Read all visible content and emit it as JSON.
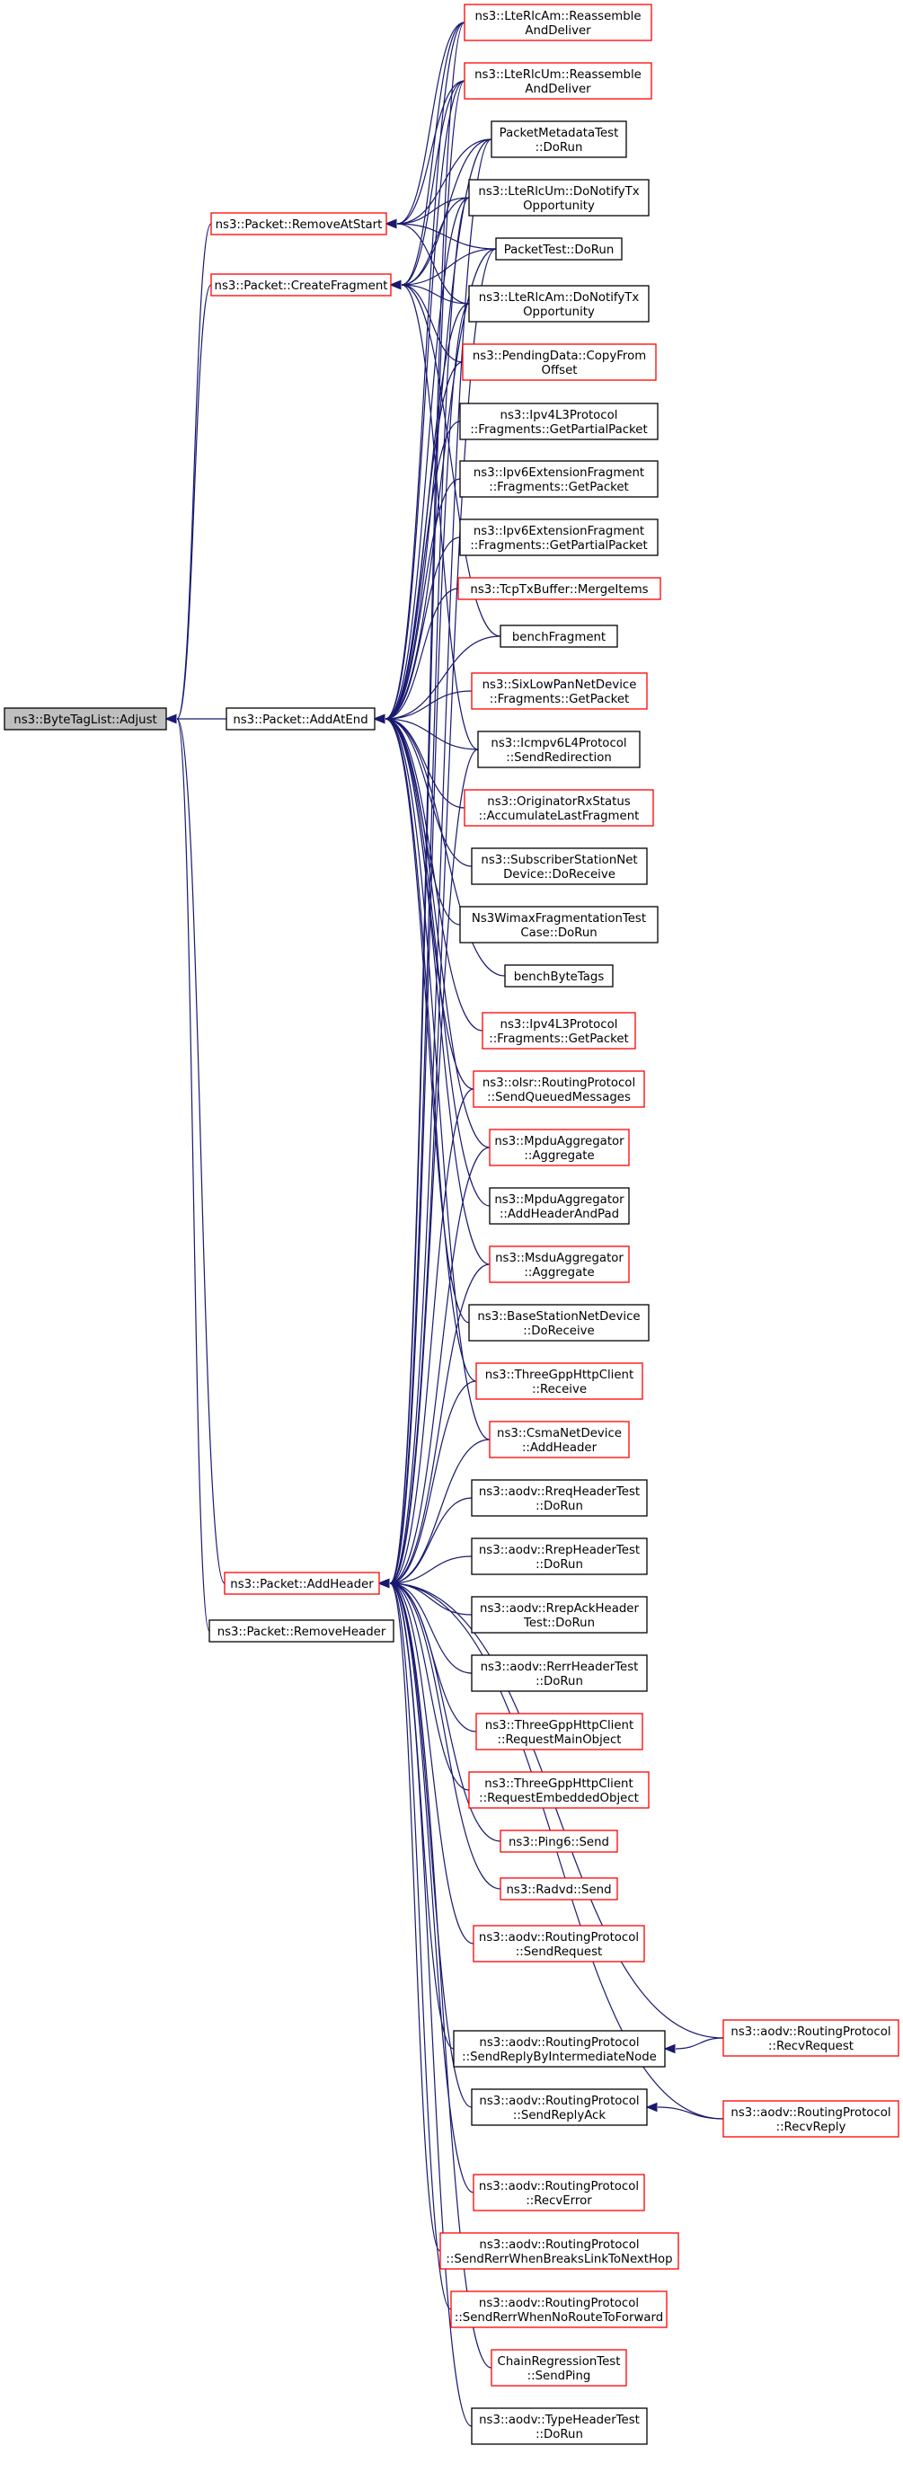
{
  "colors": {
    "edge": "#191970",
    "red_border": "#ff0000",
    "black_border": "#000000",
    "selected_fill": "#bfbfbf",
    "node_fill": "#ffffff"
  },
  "nodes": [
    {
      "id": "adjust",
      "lines": [
        "ns3::ByteTagList::Adjust"
      ],
      "style": "selected"
    },
    {
      "id": "removeAtStart",
      "lines": [
        "ns3::Packet::RemoveAtStart"
      ],
      "style": "red"
    },
    {
      "id": "createFragment",
      "lines": [
        "ns3::Packet::CreateFragment"
      ],
      "style": "red"
    },
    {
      "id": "addAtEnd",
      "lines": [
        "ns3::Packet::AddAtEnd"
      ],
      "style": "black"
    },
    {
      "id": "addHeader",
      "lines": [
        "ns3::Packet::AddHeader"
      ],
      "style": "red"
    },
    {
      "id": "removeHeader",
      "lines": [
        "ns3::Packet::RemoveHeader"
      ],
      "style": "black"
    },
    {
      "id": "amReassemble",
      "lines": [
        "ns3::LteRlcAm::Reassemble",
        "AndDeliver"
      ],
      "style": "red"
    },
    {
      "id": "umReassemble",
      "lines": [
        "ns3::LteRlcUm::Reassemble",
        "AndDeliver"
      ],
      "style": "red"
    },
    {
      "id": "pktMetaTest",
      "lines": [
        "PacketMetadataTest",
        "::DoRun"
      ],
      "style": "black"
    },
    {
      "id": "umNotify",
      "lines": [
        "ns3::LteRlcUm::DoNotifyTx",
        "Opportunity"
      ],
      "style": "black"
    },
    {
      "id": "pktTest",
      "lines": [
        "PacketTest::DoRun"
      ],
      "style": "black"
    },
    {
      "id": "amNotify",
      "lines": [
        "ns3::LteRlcAm::DoNotifyTx",
        "Opportunity"
      ],
      "style": "black"
    },
    {
      "id": "pendingCopy",
      "lines": [
        "ns3::PendingData::CopyFrom",
        "Offset"
      ],
      "style": "red"
    },
    {
      "id": "ipv4Partial",
      "lines": [
        "ns3::Ipv4L3Protocol",
        "::Fragments::GetPartialPacket"
      ],
      "style": "black"
    },
    {
      "id": "ipv6GetPacket",
      "lines": [
        "ns3::Ipv6ExtensionFragment",
        "::Fragments::GetPacket"
      ],
      "style": "black"
    },
    {
      "id": "ipv6Partial",
      "lines": [
        "ns3::Ipv6ExtensionFragment",
        "::Fragments::GetPartialPacket"
      ],
      "style": "black"
    },
    {
      "id": "tcpMerge",
      "lines": [
        "ns3::TcpTxBuffer::MergeItems"
      ],
      "style": "red"
    },
    {
      "id": "benchFrag",
      "lines": [
        "benchFragment"
      ],
      "style": "black"
    },
    {
      "id": "sixLow",
      "lines": [
        "ns3::SixLowPanNetDevice",
        "::Fragments::GetPacket"
      ],
      "style": "red"
    },
    {
      "id": "icmpRedir",
      "lines": [
        "ns3::Icmpv6L4Protocol",
        "::SendRedirection"
      ],
      "style": "black"
    },
    {
      "id": "origRx",
      "lines": [
        "ns3::OriginatorRxStatus",
        "::AccumulateLastFragment"
      ],
      "style": "red"
    },
    {
      "id": "subStation",
      "lines": [
        "ns3::SubscriberStationNet",
        "Device::DoReceive"
      ],
      "style": "black"
    },
    {
      "id": "wimaxFrag",
      "lines": [
        "Ns3WimaxFragmentationTest",
        "Case::DoRun"
      ],
      "style": "black"
    },
    {
      "id": "benchByte",
      "lines": [
        "benchByteTags"
      ],
      "style": "black"
    },
    {
      "id": "ipv4GetPacket",
      "lines": [
        "ns3::Ipv4L3Protocol",
        "::Fragments::GetPacket"
      ],
      "style": "red"
    },
    {
      "id": "olsrQueued",
      "lines": [
        "ns3::olsr::RoutingProtocol",
        "::SendQueuedMessages"
      ],
      "style": "red"
    },
    {
      "id": "mpduAgg",
      "lines": [
        "ns3::MpduAggregator",
        "::Aggregate"
      ],
      "style": "red"
    },
    {
      "id": "mpduHdr",
      "lines": [
        "ns3::MpduAggregator",
        "::AddHeaderAndPad"
      ],
      "style": "black"
    },
    {
      "id": "msduAgg",
      "lines": [
        "ns3::MsduAggregator",
        "::Aggregate"
      ],
      "style": "red"
    },
    {
      "id": "baseStation",
      "lines": [
        "ns3::BaseStationNetDevice",
        "::DoReceive"
      ],
      "style": "black"
    },
    {
      "id": "httpReceive",
      "lines": [
        "ns3::ThreeGppHttpClient",
        "::Receive"
      ],
      "style": "red"
    },
    {
      "id": "csmaHdr",
      "lines": [
        "ns3::CsmaNetDevice",
        "::AddHeader"
      ],
      "style": "red"
    },
    {
      "id": "rreqTest",
      "lines": [
        "ns3::aodv::RreqHeaderTest",
        "::DoRun"
      ],
      "style": "black"
    },
    {
      "id": "rrepTest",
      "lines": [
        "ns3::aodv::RrepHeaderTest",
        "::DoRun"
      ],
      "style": "black"
    },
    {
      "id": "rrepAckTest",
      "lines": [
        "ns3::aodv::RrepAckHeader",
        "Test::DoRun"
      ],
      "style": "black"
    },
    {
      "id": "rerrTest",
      "lines": [
        "ns3::aodv::RerrHeaderTest",
        "::DoRun"
      ],
      "style": "black"
    },
    {
      "id": "httpMain",
      "lines": [
        "ns3::ThreeGppHttpClient",
        "::RequestMainObject"
      ],
      "style": "red"
    },
    {
      "id": "httpEmbedded",
      "lines": [
        "ns3::ThreeGppHttpClient",
        "::RequestEmbeddedObject"
      ],
      "style": "red"
    },
    {
      "id": "ping6",
      "lines": [
        "ns3::Ping6::Send"
      ],
      "style": "red"
    },
    {
      "id": "radvd",
      "lines": [
        "ns3::Radvd::Send"
      ],
      "style": "red"
    },
    {
      "id": "aodvSendReq",
      "lines": [
        "ns3::aodv::RoutingProtocol",
        "::SendRequest"
      ],
      "style": "red"
    },
    {
      "id": "aodvRecvReq",
      "lines": [
        "ns3::aodv::RoutingProtocol",
        "::RecvRequest"
      ],
      "style": "red"
    },
    {
      "id": "aodvReplyInter",
      "lines": [
        "ns3::aodv::RoutingProtocol",
        "::SendReplyByIntermediateNode"
      ],
      "style": "black"
    },
    {
      "id": "aodvReplyAck",
      "lines": [
        "ns3::aodv::RoutingProtocol",
        "::SendReplyAck"
      ],
      "style": "black"
    },
    {
      "id": "aodvRecvReply",
      "lines": [
        "ns3::aodv::RoutingProtocol",
        "::RecvReply"
      ],
      "style": "red"
    },
    {
      "id": "aodvRecvErr",
      "lines": [
        "ns3::aodv::RoutingProtocol",
        "::RecvError"
      ],
      "style": "red"
    },
    {
      "id": "aodvRerrBreaks",
      "lines": [
        "ns3::aodv::RoutingProtocol",
        "::SendRerrWhenBreaksLinkToNextHop"
      ],
      "style": "red"
    },
    {
      "id": "aodvRerrNoRoute",
      "lines": [
        "ns3::aodv::RoutingProtocol",
        "::SendRerrWhenNoRouteToForward"
      ],
      "style": "red"
    },
    {
      "id": "chainPing",
      "lines": [
        "ChainRegressionTest",
        "::SendPing"
      ],
      "style": "red"
    },
    {
      "id": "typeHdrTest",
      "lines": [
        "ns3::aodv::TypeHeaderTest",
        "::DoRun"
      ],
      "style": "black"
    }
  ],
  "edges": [
    [
      "removeAtStart",
      "adjust"
    ],
    [
      "createFragment",
      "adjust"
    ],
    [
      "addAtEnd",
      "adjust"
    ],
    [
      "addHeader",
      "adjust"
    ],
    [
      "removeHeader",
      "adjust"
    ],
    [
      "amReassemble",
      "removeAtStart"
    ],
    [
      "umReassemble",
      "removeAtStart"
    ],
    [
      "pktMetaTest",
      "removeAtStart"
    ],
    [
      "umNotify",
      "removeAtStart"
    ],
    [
      "pktTest",
      "removeAtStart"
    ],
    [
      "amNotify",
      "removeAtStart"
    ],
    [
      "amReassemble",
      "createFragment"
    ],
    [
      "umReassemble",
      "createFragment"
    ],
    [
      "pktMetaTest",
      "createFragment"
    ],
    [
      "umNotify",
      "createFragment"
    ],
    [
      "pktTest",
      "createFragment"
    ],
    [
      "amNotify",
      "createFragment"
    ],
    [
      "pendingCopy",
      "createFragment"
    ],
    [
      "benchFrag",
      "createFragment"
    ],
    [
      "icmpRedir",
      "createFragment"
    ],
    [
      "amReassemble",
      "addAtEnd"
    ],
    [
      "umReassemble",
      "addAtEnd"
    ],
    [
      "pktMetaTest",
      "addAtEnd"
    ],
    [
      "umNotify",
      "addAtEnd"
    ],
    [
      "pktTest",
      "addAtEnd"
    ],
    [
      "amNotify",
      "addAtEnd"
    ],
    [
      "pendingCopy",
      "addAtEnd"
    ],
    [
      "ipv4Partial",
      "addAtEnd"
    ],
    [
      "ipv6GetPacket",
      "addAtEnd"
    ],
    [
      "ipv6Partial",
      "addAtEnd"
    ],
    [
      "tcpMerge",
      "addAtEnd"
    ],
    [
      "benchFrag",
      "addAtEnd"
    ],
    [
      "sixLow",
      "addAtEnd"
    ],
    [
      "icmpRedir",
      "addAtEnd"
    ],
    [
      "origRx",
      "addAtEnd"
    ],
    [
      "subStation",
      "addAtEnd"
    ],
    [
      "wimaxFrag",
      "addAtEnd"
    ],
    [
      "benchByte",
      "addAtEnd"
    ],
    [
      "ipv4GetPacket",
      "addAtEnd"
    ],
    [
      "olsrQueued",
      "addAtEnd"
    ],
    [
      "mpduAgg",
      "addAtEnd"
    ],
    [
      "mpduHdr",
      "addAtEnd"
    ],
    [
      "msduAgg",
      "addAtEnd"
    ],
    [
      "baseStation",
      "addAtEnd"
    ],
    [
      "httpReceive",
      "addAtEnd"
    ],
    [
      "csmaHdr",
      "addAtEnd"
    ],
    [
      "amReassemble",
      "addHeader"
    ],
    [
      "umReassemble",
      "addHeader"
    ],
    [
      "pktMetaTest",
      "addHeader"
    ],
    [
      "umNotify",
      "addHeader"
    ],
    [
      "pktTest",
      "addHeader"
    ],
    [
      "amNotify",
      "addHeader"
    ],
    [
      "icmpRedir",
      "addHeader"
    ],
    [
      "olsrQueued",
      "addHeader"
    ],
    [
      "mpduAgg",
      "addHeader"
    ],
    [
      "msduAgg",
      "addHeader"
    ],
    [
      "httpReceive",
      "addHeader"
    ],
    [
      "csmaHdr",
      "addHeader"
    ],
    [
      "rreqTest",
      "addHeader"
    ],
    [
      "rrepTest",
      "addHeader"
    ],
    [
      "rrepAckTest",
      "addHeader"
    ],
    [
      "rerrTest",
      "addHeader"
    ],
    [
      "httpMain",
      "addHeader"
    ],
    [
      "httpEmbedded",
      "addHeader"
    ],
    [
      "ping6",
      "addHeader"
    ],
    [
      "radvd",
      "addHeader"
    ],
    [
      "aodvSendReq",
      "addHeader"
    ],
    [
      "aodvRecvReq",
      "addHeader"
    ],
    [
      "aodvReplyInter",
      "addHeader"
    ],
    [
      "aodvReplyAck",
      "addHeader"
    ],
    [
      "aodvRecvReply",
      "addHeader"
    ],
    [
      "aodvRecvErr",
      "addHeader"
    ],
    [
      "aodvRerrBreaks",
      "addHeader"
    ],
    [
      "aodvRerrNoRoute",
      "addHeader"
    ],
    [
      "chainPing",
      "addHeader"
    ],
    [
      "typeHdrTest",
      "addHeader"
    ],
    [
      "aodvRecvReq",
      "aodvReplyInter"
    ],
    [
      "aodvRecvReply",
      "aodvReplyAck"
    ]
  ]
}
